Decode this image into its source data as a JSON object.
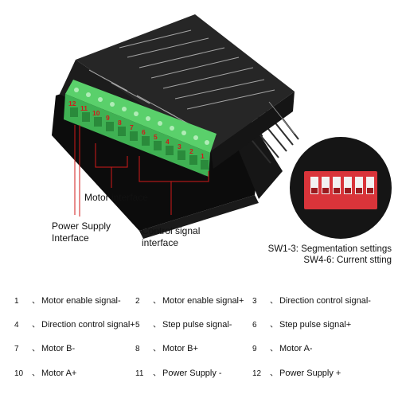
{
  "illustration": {
    "terminal_numbers": [
      "12",
      "11",
      "10",
      "9",
      "8",
      "7",
      "6",
      "5",
      "4",
      "3",
      "2",
      "1"
    ],
    "colors": {
      "terminal_green": "#4cc25e",
      "body": "#222222",
      "heatsink": "#0c0c0c",
      "number_red": "#d21a1a",
      "dip_red": "#d9343a"
    }
  },
  "callouts": {
    "motor_interface": "Motor interface",
    "power_supply_line1": "Power Supply",
    "power_supply_line2": "Interface",
    "control_signal_line1": "Control signal",
    "control_signal_line2": "interface"
  },
  "switch_notes": {
    "sw1_3": "SW1-3: Segmentation settings",
    "sw4_6": "SW4-6: Current stting"
  },
  "pinout": [
    {
      "num": "1",
      "sep": "、",
      "label": "Motor enable signal-"
    },
    {
      "num": "2",
      "sep": "、",
      "label": "Motor enable signal+"
    },
    {
      "num": "3",
      "sep": "、",
      "label": "Direction control signal-"
    },
    {
      "num": "4",
      "sep": "、",
      "label": "Direction control signal+"
    },
    {
      "num": "5",
      "sep": "、",
      "label": "Step pulse signal-"
    },
    {
      "num": "6",
      "sep": "、",
      "label": "Step pulse signal+"
    },
    {
      "num": "7",
      "sep": "、",
      "label": "Motor B-"
    },
    {
      "num": "8",
      "sep": "、",
      "label": "Motor B+"
    },
    {
      "num": "9",
      "sep": "、",
      "label": "Motor A-"
    },
    {
      "num": "10",
      "sep": "、",
      "label": "Motor A+"
    },
    {
      "num": "11",
      "sep": "、",
      "label": "Power Supply -"
    },
    {
      "num": "12",
      "sep": "、",
      "label": "Power Supply +"
    }
  ]
}
